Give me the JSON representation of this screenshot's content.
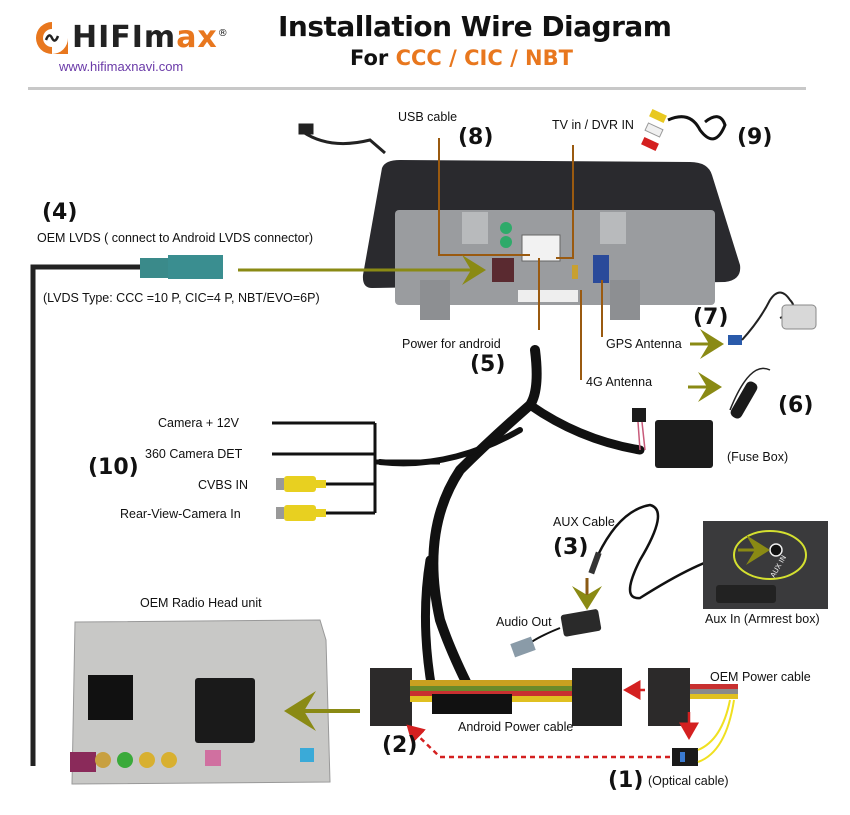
{
  "header": {
    "brand": "HIFIMAX",
    "brand_main": "HIFIm",
    "brand_accent": "ax",
    "registered_mark": "®",
    "url": "www.hifimaxnavi.com",
    "title": "Installation Wire Diagram",
    "subtitle_prefix": "For",
    "subtitle_models": "CCC / CIC / NBT"
  },
  "colors": {
    "accent_orange": "#e8771e",
    "url_purple": "#6a3aa8",
    "arrow_olive": "#8a8a14",
    "arrow_red": "#d42020",
    "leader_brown": "#9a5a10"
  },
  "components": [
    {
      "id": "1",
      "number": "(1)",
      "label": "(Optical cable)"
    },
    {
      "id": "2",
      "number": "(2)",
      "label": "Android Power cable"
    },
    {
      "id": "3",
      "number": "(3)",
      "label": "AUX Cable"
    },
    {
      "id": "4",
      "number": "(4)",
      "label": "OEM LVDS ( connect to Android LVDS connector)",
      "note": "(LVDS Type: CCC =10 P, CIC=4 P, NBT/EVO=6P)"
    },
    {
      "id": "5",
      "number": "(5)",
      "label": "Power for android"
    },
    {
      "id": "6",
      "number": "(6)",
      "label": "4G Antenna"
    },
    {
      "id": "7",
      "number": "(7)",
      "label": "GPS Antenna"
    },
    {
      "id": "8",
      "number": "(8)",
      "label": "USB cable"
    },
    {
      "id": "9",
      "number": "(9)",
      "label": "TV in / DVR IN"
    },
    {
      "id": "10",
      "number": "(10)",
      "sub_labels": [
        "Camera + 12V",
        "360 Camera DET",
        "CVBS IN",
        "Rear-View-Camera In"
      ]
    }
  ],
  "other_labels": {
    "fuse_box": "(Fuse Box)",
    "audio_out": "Audio Out",
    "aux_in": "Aux In (Armrest box)",
    "aux_in_port": "AUX IN",
    "oem_power": "OEM Power cable",
    "oem_radio": "OEM Radio Head unit"
  }
}
